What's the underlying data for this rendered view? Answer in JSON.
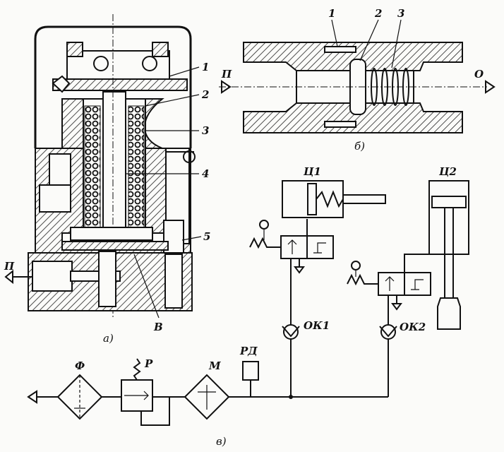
{
  "views": {
    "a": {
      "caption": "а)",
      "labels": [
        "1",
        "2",
        "3",
        "4",
        "5"
      ],
      "inlet": "П",
      "chamber": "В"
    },
    "b": {
      "caption": "б)",
      "labels": [
        "1",
        "2",
        "3"
      ],
      "inlet": "П",
      "outlet": "О"
    },
    "c": {
      "caption": "в)",
      "filter": "Ф",
      "regulator": "Р",
      "lubricator": "М",
      "pressure_relay": "РД",
      "cylinder1": "Ц1",
      "cylinder2": "Ц2",
      "check_valve1": "ОК1",
      "check_valve2": "ОК2"
    }
  }
}
